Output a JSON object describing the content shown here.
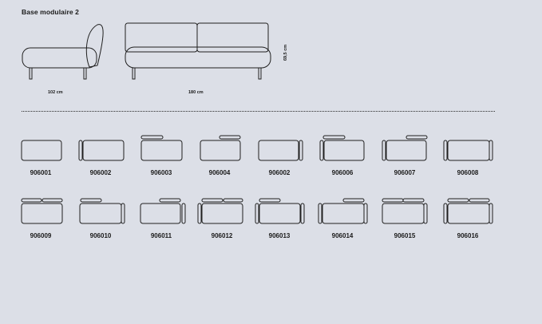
{
  "title": "Base modulaire 2",
  "dimensions": {
    "depth": "102 cm",
    "width": "180 cm",
    "height": "69,5 cm"
  },
  "modules": {
    "row1": [
      "906001",
      "906002",
      "906003",
      "906004",
      "906002",
      "906006",
      "906007",
      "906008"
    ],
    "row2": [
      "906009",
      "906010",
      "906011",
      "906012",
      "906013",
      "906014",
      "906015",
      "906016"
    ]
  }
}
